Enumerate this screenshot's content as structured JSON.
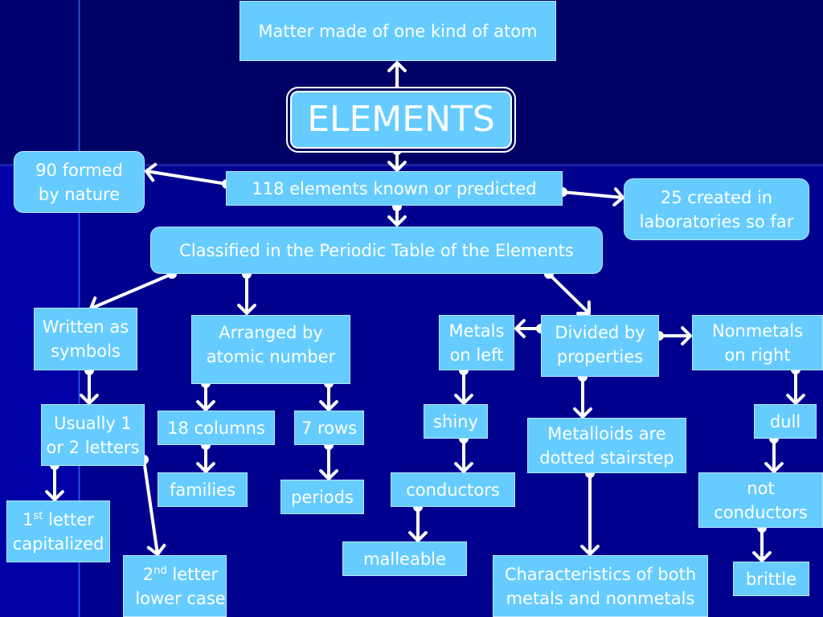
{
  "diagram": {
    "title": "ELEMENTS",
    "nodes": {
      "definition": "Matter made of one kind of atom",
      "count": "118 elements known or predicted",
      "natural": [
        "90 formed",
        "by nature"
      ],
      "synthetic": [
        "25 created in",
        "laboratories so far"
      ],
      "classified": "Classified in the Periodic Table of the Elements",
      "symbols": [
        "Written as",
        "symbols"
      ],
      "letters": [
        "Usually 1",
        "or 2 letters"
      ],
      "first_letter": {
        "num": "1",
        "sup": "st",
        "rest": " letter",
        "line2": "capitalized"
      },
      "second_letter": {
        "num": "2",
        "sup": "nd",
        "rest": " letter",
        "line2": "lower case"
      },
      "arranged": [
        "Arranged by",
        "atomic number"
      ],
      "columns": "18 columns",
      "rows": "7 rows",
      "families": "families",
      "periods": "periods",
      "divided": [
        "Divided by",
        "properties"
      ],
      "metals": [
        "Metals",
        "on left"
      ],
      "nonmetals": [
        "Nonmetals",
        "on right"
      ],
      "shiny": "shiny",
      "conductors": "conductors",
      "malleable": "malleable",
      "metalloids": [
        "Metalloids are",
        "dotted stairstep"
      ],
      "characteristics": [
        "Characteristics of both",
        "metals and nonmetals"
      ],
      "dull": "dull",
      "not_conductors": [
        "not",
        "conductors"
      ],
      "brittle": "brittle"
    },
    "edges": [
      {
        "from": "title",
        "to": "definition"
      },
      {
        "from": "title",
        "to": "count"
      },
      {
        "from": "count",
        "to": "natural"
      },
      {
        "from": "count",
        "to": "synthetic"
      },
      {
        "from": "count",
        "to": "classified"
      },
      {
        "from": "classified",
        "to": "symbols"
      },
      {
        "from": "classified",
        "to": "arranged"
      },
      {
        "from": "classified",
        "to": "divided"
      },
      {
        "from": "symbols",
        "to": "letters"
      },
      {
        "from": "letters",
        "to": "first_letter"
      },
      {
        "from": "letters",
        "to": "second_letter"
      },
      {
        "from": "arranged",
        "to": "columns"
      },
      {
        "from": "arranged",
        "to": "rows"
      },
      {
        "from": "columns",
        "to": "families"
      },
      {
        "from": "rows",
        "to": "periods"
      },
      {
        "from": "divided",
        "to": "metals"
      },
      {
        "from": "divided",
        "to": "nonmetals"
      },
      {
        "from": "divided",
        "to": "metalloids"
      },
      {
        "from": "metals",
        "to": "shiny"
      },
      {
        "from": "shiny",
        "to": "conductors"
      },
      {
        "from": "conductors",
        "to": "malleable"
      },
      {
        "from": "metalloids",
        "to": "characteristics"
      },
      {
        "from": "nonmetals",
        "to": "dull"
      },
      {
        "from": "dull",
        "to": "not_conductors"
      },
      {
        "from": "not_conductors",
        "to": "brittle"
      }
    ]
  },
  "colors": {
    "node_fill": "#66ccff",
    "text": "#ffffff",
    "background_top": "#000066",
    "background_lower": "#00008f",
    "connector": "#ffffff"
  }
}
